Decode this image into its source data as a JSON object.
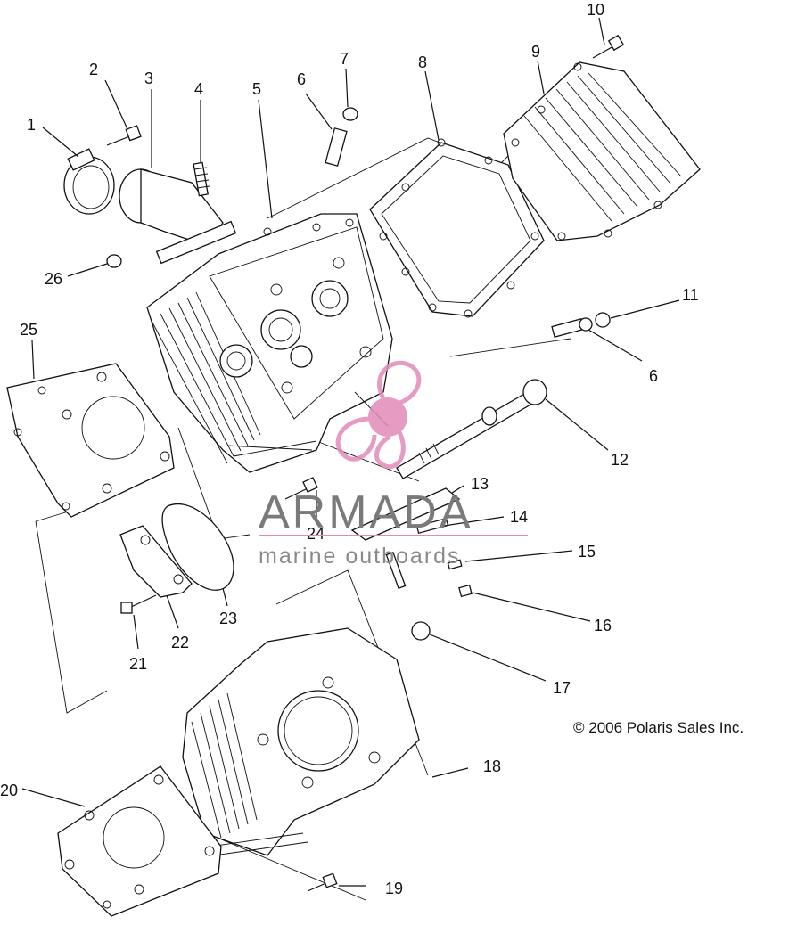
{
  "diagram": {
    "callouts": [
      "1",
      "2",
      "3",
      "4",
      "5",
      "6",
      "7",
      "8",
      "9",
      "10",
      "11",
      "6",
      "12",
      "13",
      "14",
      "15",
      "16",
      "17",
      "18",
      "19",
      "20",
      "21",
      "22",
      "23",
      "24",
      "25",
      "26"
    ],
    "copyright": "© 2006 Polaris Sales Inc.",
    "watermark": {
      "brand": "ARMADA",
      "tagline": "marine outboards",
      "accent_color": "#e28bb8"
    }
  }
}
